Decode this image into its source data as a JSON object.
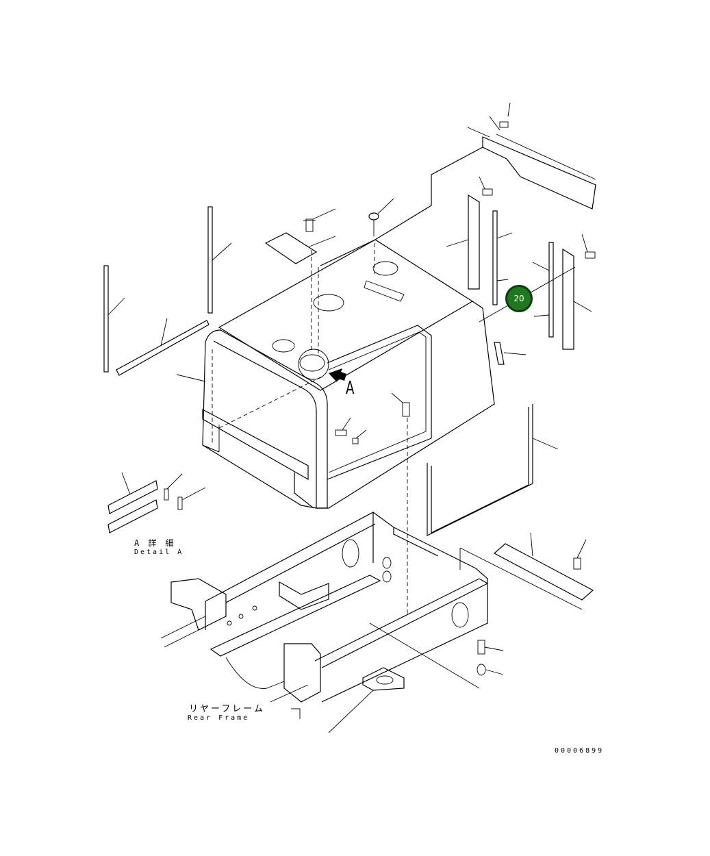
{
  "labels": {
    "detail_a_jp": "A 詳 細",
    "detail_a_en": "Detail A",
    "rear_frame_jp": "リヤーフレーム",
    "rear_frame_en": "Rear Frame",
    "view_marker": "A",
    "drawing_number": "00006899"
  },
  "callouts": [
    {
      "number": "20",
      "color": "#1f7a1f",
      "target": "seal-strip"
    }
  ]
}
